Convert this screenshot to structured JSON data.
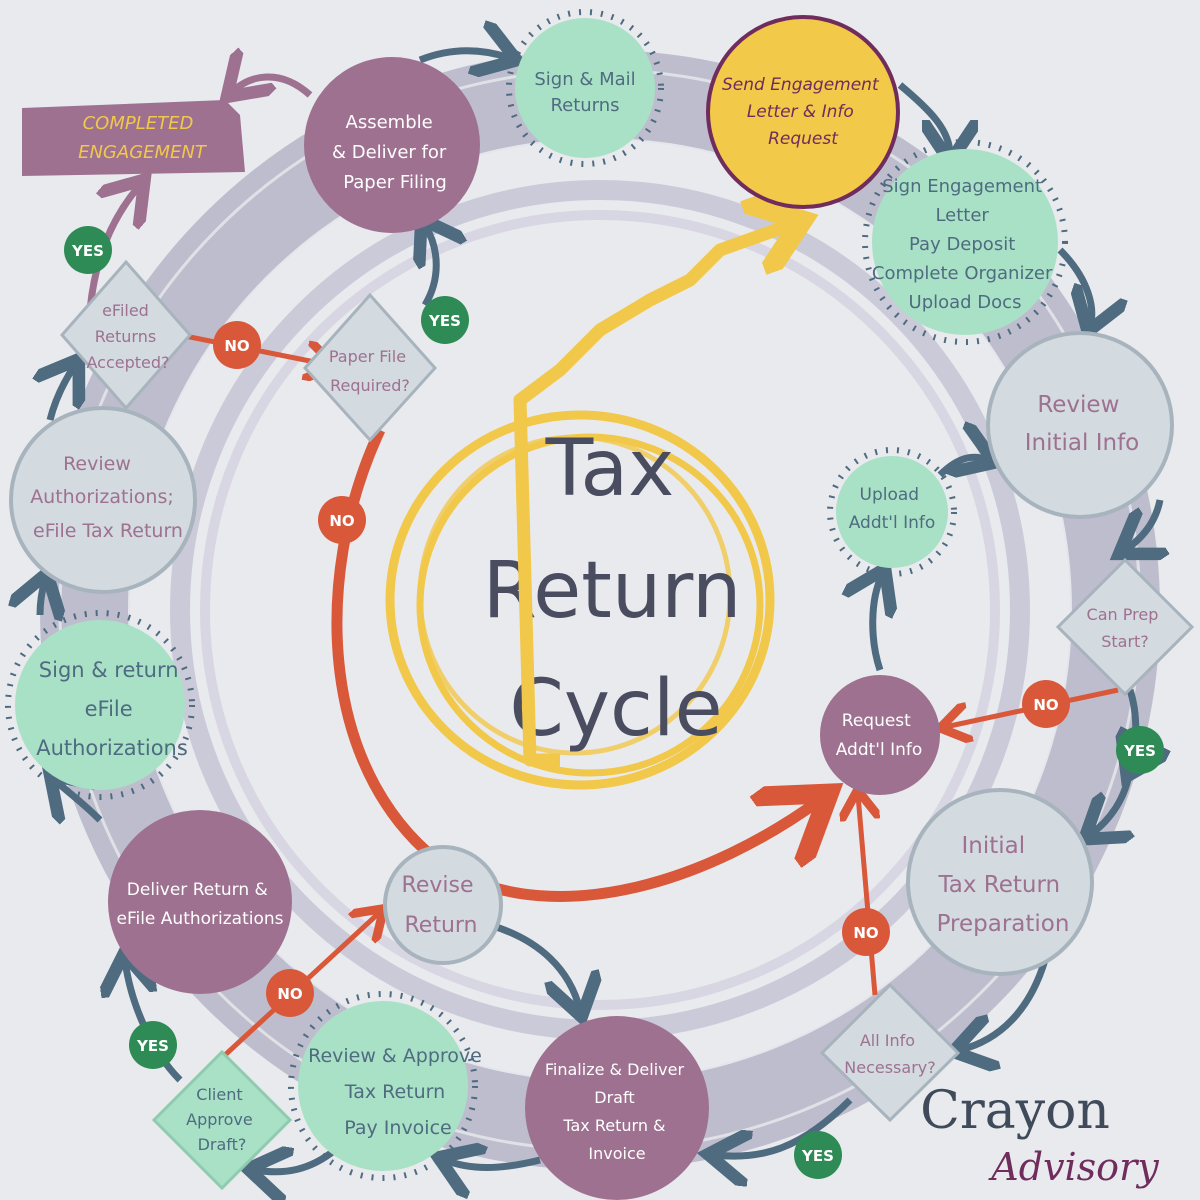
{
  "title": {
    "lines": [
      "Tax",
      "Return",
      "Cycle"
    ]
  },
  "brand": {
    "name": "Crayon",
    "sub": "Advisory"
  },
  "colors": {
    "background": "#e9eaee",
    "ring": "#b6b5c7",
    "ring_light": "#d7d7e2",
    "arrow_dark": "#4f6b80",
    "arrow_orange": "#d9583a",
    "arrow_yellow": "#f1c84a",
    "mint": "#a9e1c6",
    "mauve": "#9e7190",
    "gray_node": "#d3dae0",
    "yellow_node": "#f3c949",
    "yes_green": "#2f8b55",
    "no_orange": "#d9583a",
    "banner": "#9e7190",
    "banner_text": "#f1c84a"
  },
  "nodes": {
    "sign_mail": {
      "lines": [
        "Sign & Mail",
        "Returns"
      ]
    },
    "send_engagement": {
      "lines": [
        "Send Engagement",
        "Letter & Info",
        "Request"
      ]
    },
    "sign_engagement": {
      "lines": [
        "Sign Engagement",
        "Letter",
        "Pay Deposit",
        "Complete Organizer",
        "Upload Docs"
      ]
    },
    "review_initial": {
      "lines": [
        "Review",
        "Initial Info"
      ]
    },
    "upload_addtl": {
      "lines": [
        "Upload",
        "Addt'l Info"
      ]
    },
    "request_addtl": {
      "lines": [
        "Request",
        "Addt'l Info"
      ]
    },
    "initial_prep": {
      "lines": [
        "Initial",
        "Tax Return",
        "Preparation"
      ]
    },
    "finalize": {
      "lines": [
        "Finalize & Deliver",
        "Draft",
        "Tax Return &",
        "Invoice"
      ]
    },
    "revise": {
      "lines": [
        "Revise",
        "Return"
      ]
    },
    "review_approve": {
      "lines": [
        "Review & Approve",
        "Tax Return",
        "Pay Invoice"
      ]
    },
    "deliver_return": {
      "lines": [
        "Deliver Return &",
        "eFile Authorizations"
      ]
    },
    "sign_return_efile": {
      "lines": [
        "Sign & return",
        "eFile",
        "Authorizations"
      ]
    },
    "review_auth": {
      "lines": [
        "Review",
        "Authorizations;",
        "eFile Tax Return"
      ]
    },
    "assemble": {
      "lines": [
        "Assemble",
        "& Deliver for",
        "Paper Filing"
      ]
    }
  },
  "decisions": {
    "efiled_accepted": {
      "lines": [
        "eFiled",
        "Returns",
        "Accepted?"
      ]
    },
    "paper_file": {
      "lines": [
        "Paper File",
        "Required?"
      ]
    },
    "can_prep": {
      "lines": [
        "Can Prep",
        "Start?"
      ]
    },
    "all_info": {
      "lines": [
        "All Info",
        "Necessary?"
      ]
    },
    "client_approve": {
      "lines": [
        "Client",
        "Approve",
        "Draft?"
      ]
    }
  },
  "banner": {
    "lines": [
      "COMPLETED",
      "ENGAGEMENT"
    ]
  },
  "labels": {
    "yes": "YES",
    "no": "NO"
  }
}
